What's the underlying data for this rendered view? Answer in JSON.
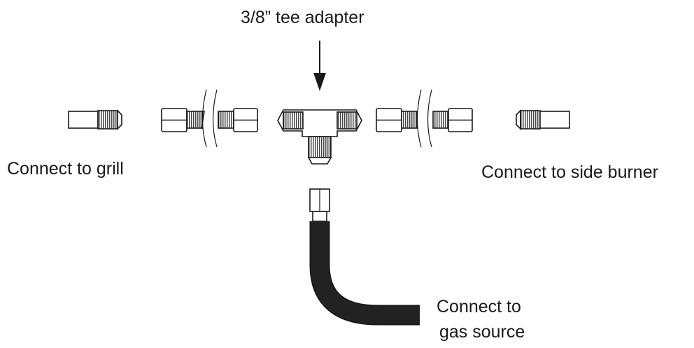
{
  "labels": {
    "tee_adapter": "3/8” tee adapter",
    "connect_grill": "Connect to grill",
    "connect_side_burner": "Connect to side burner",
    "connect_gas_line1": "Connect to",
    "connect_gas_line2": "gas source"
  },
  "colors": {
    "ink": "#1a1a1a",
    "hose": "#222222",
    "background": "#ffffff"
  }
}
